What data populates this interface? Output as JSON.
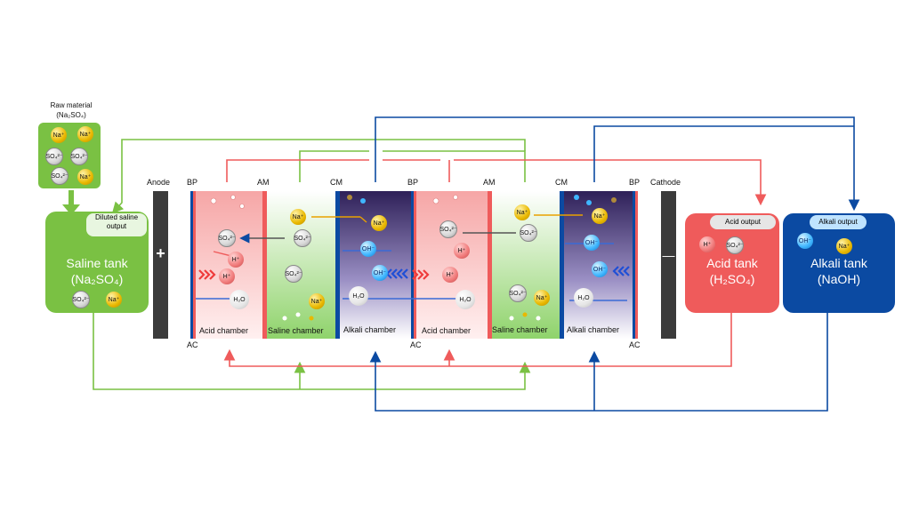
{
  "raw_material": {
    "line1": "Raw material",
    "line2": "(Na₂SO₄)"
  },
  "tanks": {
    "saline": {
      "title": "Saline tank",
      "formula": "(Na₂SO₄)",
      "output_label": "Diluted saline output"
    },
    "acid": {
      "title": "Acid tank",
      "formula": "(H₂SO₄)",
      "output_label": "Acid output"
    },
    "alkali": {
      "title": "Alkali tank",
      "formula": "(NaOH)",
      "output_label": "Alkali output"
    }
  },
  "electrodes": {
    "anode": "Anode",
    "cathode": "Cathode",
    "anode_symbol": "+",
    "cathode_symbol": "—"
  },
  "membranes": {
    "bp": "BP",
    "am": "AM",
    "cm": "CM",
    "ac": "AC"
  },
  "chambers": {
    "acid": "Acid chamber",
    "saline": "Saline chamber",
    "alkali": "Alkali chamber"
  },
  "ions": {
    "na": "Na⁺",
    "so4": "SO₄²⁻",
    "h": "H⁺",
    "oh": "OH⁻",
    "h2o": "H₂O"
  },
  "colors": {
    "green": "#7ac143",
    "red": "#ef5b5b",
    "blue": "#0b4aa2",
    "navy": "#0a2f7a"
  }
}
